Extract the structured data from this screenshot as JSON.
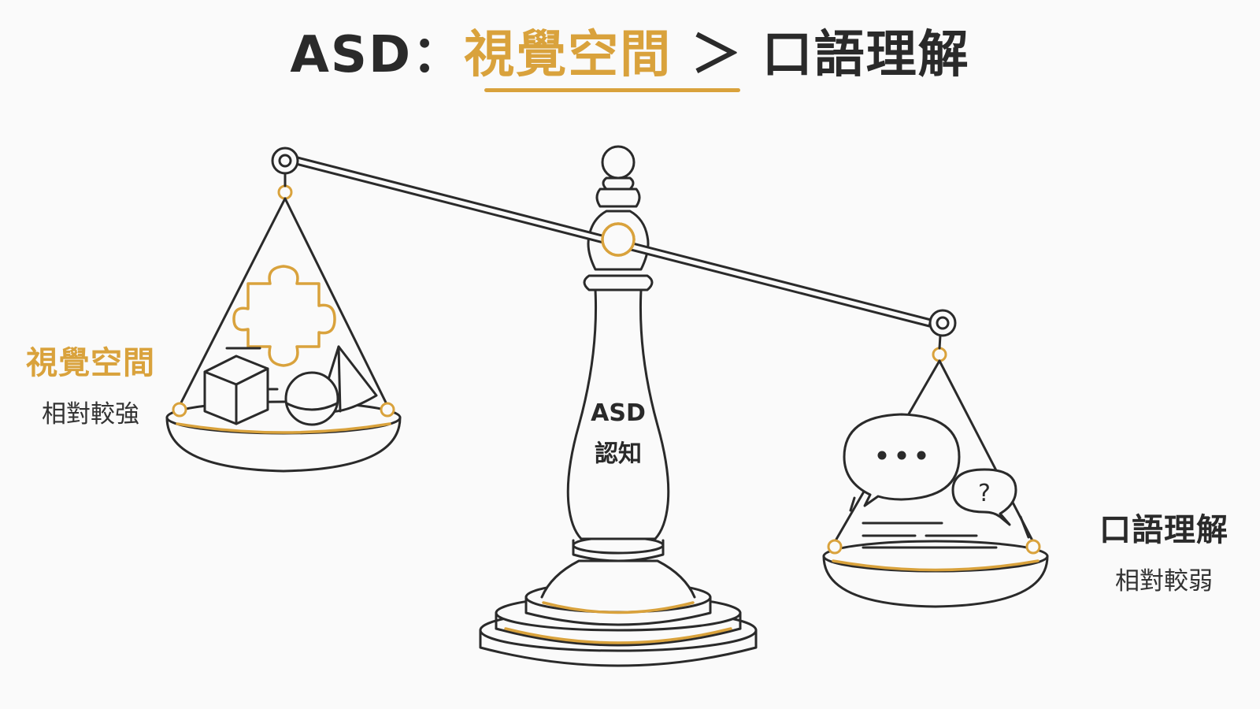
{
  "title": {
    "prefix": "ASD",
    "separator": "：",
    "highlight": "視覺空間",
    "comparator": "＞",
    "rest": "口語理解"
  },
  "left_pan": {
    "label": "視覺空間",
    "sublabel": "相對較強"
  },
  "right_pan": {
    "label": "口語理解",
    "sublabel": "相對較弱"
  },
  "pillar": {
    "line1": "ASD",
    "line2": "認知"
  },
  "icons": {
    "left": [
      "puzzle-piece-icon",
      "cube-icon",
      "sphere-icon",
      "cone-icon"
    ],
    "right": [
      "ellipsis-speech-bubble-icon",
      "question-speech-bubble-icon",
      "text-lines-icon"
    ]
  },
  "colors": {
    "accent": "#d9a23c",
    "ink": "#2a2a2a",
    "background": "#fafafa"
  }
}
